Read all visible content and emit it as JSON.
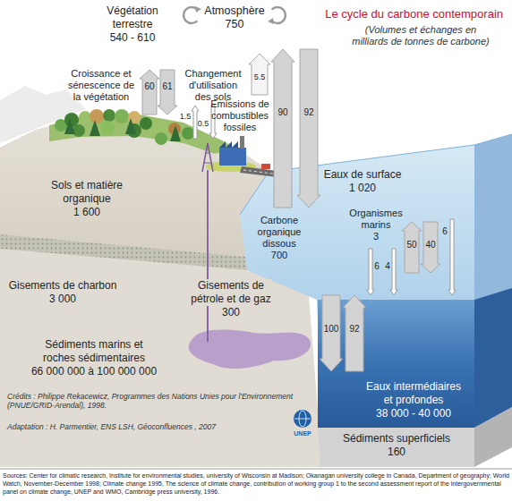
{
  "diagram": {
    "title": "Le cycle du carbone contemporain",
    "labels": [
      "(Volumes et échanges en milliards de tonnes de carbone)",
      "Atmosphère",
      "750",
      "Végétation terrestre",
      "540 - 610",
      "Croissance et sénescence de la végétation",
      "60",
      "61",
      "Changement d'utilisation des sols",
      "1.5",
      "0.5",
      "5.5",
      "Emissions de combustibles fossiles",
      "90",
      "92",
      "Eaux de surface",
      "1 020",
      "Sols et matière organique",
      "1 600",
      "Carbone organique dissous",
      "700",
      "Organismes marins",
      "3",
      "50",
      "40",
      "6",
      "6",
      "4",
      "Gisements de charbon",
      "3 000",
      "Gisements de pétrole et de gaz",
      "300",
      "100",
      "92",
      "Sédiments marins et roches sédimentaires",
      "66 000 000 à 100 000 000",
      "Crédits : Philippe Rekacewicz, Programmes des Nations Unies pour l'Environnement (PNUE/GRID-Arendal), 1998.",
      "Eaux intermédiaires et profondes",
      "38 000 - 40 000",
      "UNEP",
      "Adaptation : H. Parmentier, ENS LSH, Géoconfluences , 2007",
      "Sédiments superficiels",
      "160",
      "Sources: Center for climatic research, Institute for environmental studies, university of Wisconsin at Madison; Okanagan university college in Canada, Department of geography; World Watch, November-December 1998; Climate change 1995, The science of climate change, contribution of working group 1 to the second assessment report of the intergovernmental panel on climate change, UNEP and WMO, Cambridge press university, 1996."
    ]
  }
}
